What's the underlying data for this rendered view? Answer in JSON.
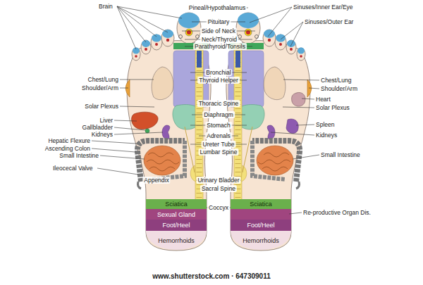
{
  "diagram": {
    "nodes": [
      {
        "text": [
          "Sciatica"
        ]
      },
      {
        "text": [
          "Sciatica"
        ]
      },
      {
        "text": [
          "Sexual Gland"
        ]
      },
      {
        "text": [
          "Foot/Heel"
        ]
      },
      {
        "text": [
          "Foot/Heel"
        ]
      },
      {
        "text": [
          "Hemorrhoids"
        ]
      },
      {
        "text": [
          "Hemorrhoids"
        ]
      }
    ],
    "labels": [
      "Brain",
      "Pineal/Hypothalamus",
      "Sinuses/Inner Ear/Eye",
      "Sinuses/Outer Ear",
      "Pituitary",
      "Side of Neck",
      "Neck/Thyroid",
      "Parathyroid/Tonsils",
      "Chest/Lung",
      "Shoulder/Arm",
      "Bronchial",
      "Thyroid Helper",
      "Chest/Lung",
      "Shoulder/Arm",
      "Heart",
      "Solar Plexus",
      "Thoracic Spine",
      "Solar Plexus",
      "Diaphragm",
      "Liver",
      "Stomach",
      "Spleen",
      "Gallbladder",
      "Kidneys",
      "Adrenals",
      "Kidneys",
      "Hepatic Flexure",
      "Ureter Tube",
      "Ascending Colon",
      "Small Intestine",
      "Lumbar Spine",
      "Small Intestine",
      "Ileocecal Valve",
      "Appendix",
      "Urinary Bladder",
      "Sacral Spine",
      "Coccyx",
      "Re-productive Organ Dis.",
      "www.shutterstock.com · 647309011"
    ]
  }
}
